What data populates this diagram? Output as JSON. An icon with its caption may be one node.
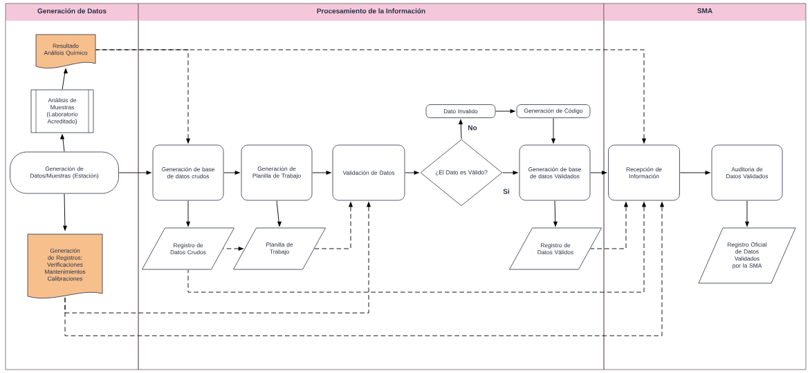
{
  "diagram": {
    "nodes": [
      {
        "text": [
          "Generación de Datos"
        ]
      },
      {
        "text": [
          "Procesamiento de la Información"
        ]
      },
      {
        "text": [
          "SMA"
        ]
      },
      {
        "text": [
          "Resultado Análisis Químico"
        ],
        "in": 0
      },
      {
        "text": [
          "Análisis de Muestras (Laboratorio Acreditado)"
        ],
        "in": 0
      },
      {
        "text": [
          "Generación de Datos/Muestras (Estación)"
        ],
        "in": 0
      },
      {
        "text": [
          "Generación de Registros: Verificaciones Mantenimientos Calibraciones"
        ],
        "in": 0
      },
      {
        "text": [
          "Generación de base de datos crudos"
        ],
        "in": 1
      },
      {
        "text": [
          "Generación de Planilla de Trabajo"
        ],
        "in": 1
      },
      {
        "text": [
          "Validación de Datos"
        ],
        "in": 1
      },
      {
        "text": [
          "¿El Dato es Válido?"
        ],
        "in": 1
      },
      {
        "text": [
          "Dato Invalido"
        ],
        "in": 1
      },
      {
        "text": [
          "Generación de Código"
        ],
        "in": 1
      },
      {
        "text": [
          "Generación de base de datos Validados"
        ],
        "in": 1
      },
      {
        "text": [
          "Registro de Datos Crudos"
        ],
        "in": 1
      },
      {
        "text": [
          "Planilla de Trabajo"
        ],
        "in": 1
      },
      {
        "text": [
          "Registro de Datos Válidos"
        ],
        "in": 1
      },
      {
        "text": [
          "Recepción de Información"
        ],
        "in": 2
      },
      {
        "text": [
          "Auditoria de Datos Validados"
        ],
        "in": 2
      },
      {
        "text": [
          "Registro Oficial de Datos Validados por la SMA"
        ],
        "in": 2
      }
    ],
    "edges": [
      {
        "from": 5,
        "to": 4,
        "arrow": "to"
      },
      {
        "from": 4,
        "to": 3,
        "arrow": "to"
      },
      {
        "from": 5,
        "to": 6,
        "arrow": "to"
      },
      {
        "from": 5,
        "to": 7,
        "arrow": "to"
      },
      {
        "from": 7,
        "to": 8,
        "arrow": "to"
      },
      {
        "from": 8,
        "to": 9,
        "arrow": "to"
      },
      {
        "from": 9,
        "to": 10,
        "arrow": "to"
      },
      {
        "from": 10,
        "to": 11,
        "arrow": "to",
        "label": "No"
      },
      {
        "from": 11,
        "to": 12,
        "arrow": "to"
      },
      {
        "from": 12,
        "to": 13,
        "arrow": "to"
      },
      {
        "from": 10,
        "to": 13,
        "arrow": "to",
        "label": "Si"
      },
      {
        "from": 13,
        "to": 17,
        "arrow": "to"
      },
      {
        "from": 17,
        "to": 18,
        "arrow": "to"
      },
      {
        "from": 18,
        "to": 19,
        "arrow": "to"
      },
      {
        "from": 7,
        "to": 14,
        "arrow": "to"
      },
      {
        "from": 8,
        "to": 15,
        "arrow": "to"
      },
      {
        "from": 13,
        "to": 16,
        "arrow": "to"
      },
      {
        "from": 3,
        "to": 7,
        "arrow": "to",
        "style": "dashed"
      },
      {
        "from": 3,
        "to": 17,
        "arrow": "to",
        "style": "dashed"
      },
      {
        "from": 14,
        "to": 15,
        "arrow": "to",
        "style": "dashed"
      },
      {
        "from": 15,
        "to": 9,
        "arrow": "to",
        "style": "dashed"
      },
      {
        "from": 6,
        "to": 9,
        "arrow": "to",
        "style": "dashed"
      },
      {
        "from": 6,
        "to": 17,
        "arrow": "to",
        "style": "dashed"
      },
      {
        "from": 14,
        "to": 17,
        "arrow": "to",
        "style": "dashed"
      },
      {
        "from": 16,
        "to": 17,
        "arrow": "to",
        "style": "dashed"
      }
    ]
  }
}
